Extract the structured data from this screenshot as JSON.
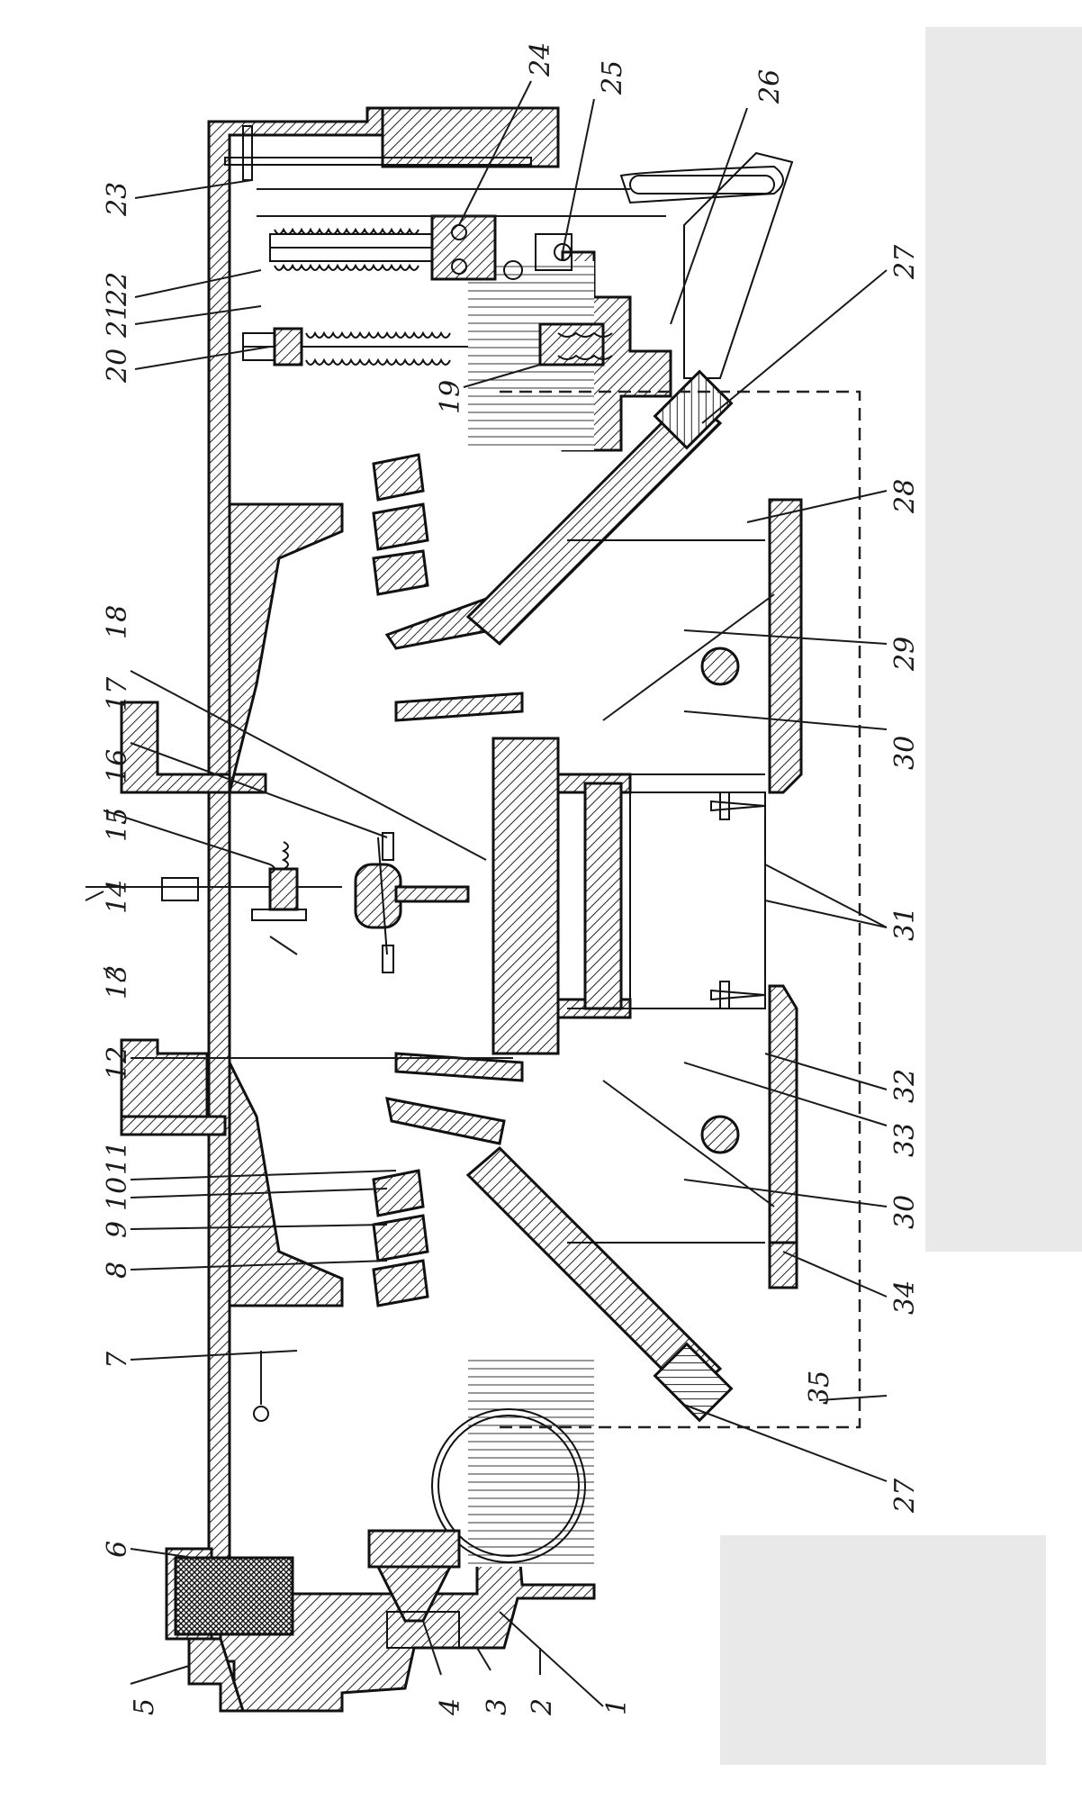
{
  "colors": {
    "ink": "#1a1a1a",
    "paper": "#ffffff",
    "panel": "#e9e9e9"
  },
  "callouts": [
    "1",
    "2",
    "3",
    "4",
    "5",
    "6",
    "7",
    "8",
    "9",
    "10",
    "11",
    "12",
    "13",
    "14",
    "15",
    "16",
    "17",
    "18",
    "19",
    "20",
    "21",
    "22",
    "23",
    "24",
    "25",
    "26",
    "27",
    "28",
    "29",
    "30",
    "31",
    "32",
    "33",
    "34",
    "35"
  ],
  "labels": {
    "l1": "1",
    "l2": "2",
    "l3": "3",
    "l4": "4",
    "l5": "5",
    "l6": "6",
    "l7": "7",
    "l8": "8",
    "l9": "9",
    "l10": "10",
    "l11": "11",
    "l12": "12",
    "l13": "13",
    "l14": "14",
    "l15": "15",
    "l16": "16",
    "l17": "17",
    "l18": "18",
    "l19": "19",
    "l20": "20",
    "l21": "21",
    "l22": "22",
    "l23": "23",
    "l24": "24",
    "l25": "25",
    "l26": "26",
    "l27a": "27",
    "l27b": "27",
    "l28": "28",
    "l29": "29",
    "l30a": "30",
    "l30b": "30",
    "l31": "31",
    "l32": "32",
    "l33": "33",
    "l34": "34",
    "l35": "35"
  }
}
